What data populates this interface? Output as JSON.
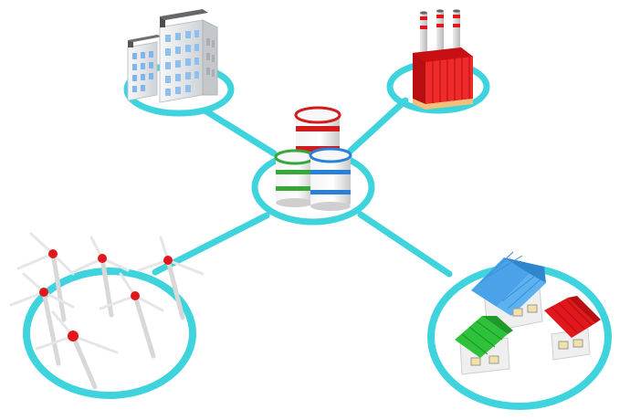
{
  "scene": {
    "kind": "3d-illustration",
    "hub": "storage-drums",
    "nodes": [
      "office-buildings",
      "factory",
      "wind-farm",
      "houses"
    ]
  },
  "colors": {
    "background": "#ffffff",
    "link_cyan": "#3fd3dd",
    "roof_red": "#e0181b",
    "roof_blue": "#4aa3e8",
    "roof_green": "#2ec23a",
    "drum_red": "#d01c1c",
    "drum_blue": "#2a7fd8",
    "drum_green": "#35a83a"
  }
}
